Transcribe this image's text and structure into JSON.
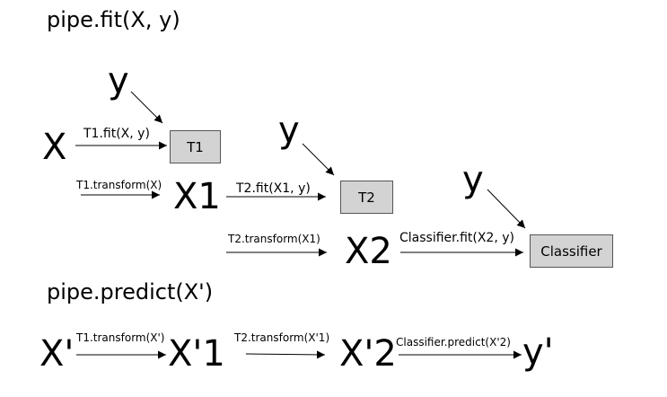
{
  "headings": {
    "fit": "pipe.fit(X, y)",
    "predict": "pipe.predict(X')"
  },
  "fit": {
    "y_label": "y",
    "x": "X",
    "x1": "X1",
    "x2": "X2",
    "t1_box": "T1",
    "t2_box": "T2",
    "clf_box": "Classifier",
    "t1_fit": "T1.fit(X, y)",
    "t1_transform": "T1.transform(X)",
    "t2_fit": "T2.fit(X1, y)",
    "t2_transform": "T2.transform(X1)",
    "clf_fit": "Classifier.fit(X2, y)"
  },
  "predict": {
    "xp": "X'",
    "xp1": "X'1",
    "xp2": "X'2",
    "yp": "y'",
    "t1_transform": "T1.transform(X')",
    "t2_transform": "T2.transform(X'1)",
    "clf_predict": "Classifier.predict(X'2)"
  },
  "colors": {
    "box_fill": "#d3d3d3",
    "box_border": "#555555",
    "stroke": "#000000"
  }
}
